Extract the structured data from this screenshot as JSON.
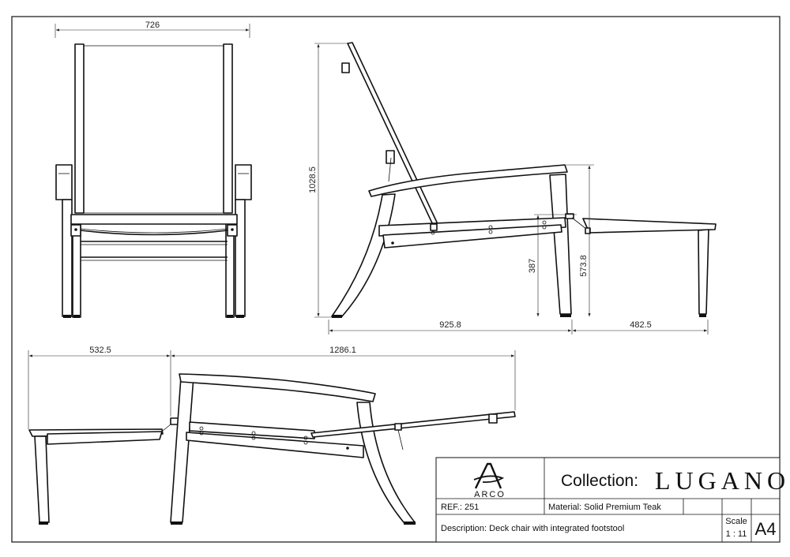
{
  "dimensions": {
    "front_width": "726",
    "height_total": "1028.5",
    "seat_height": "387",
    "arm_height": "573.8",
    "side_depth": "925.8",
    "footstool_depth": "482.5",
    "lower_footstool": "532.5",
    "lower_chair": "1286.1"
  },
  "title_block": {
    "brand": "ARCO",
    "collection_label": "Collection:",
    "collection_name": "LUGANO",
    "ref": "REF.: 251",
    "material": "Material: Solid Premium Teak",
    "description": "Description: Deck chair with integrated footstool",
    "scale_label": "Scale",
    "scale_value": "1 : 11",
    "paper_size": "A4"
  }
}
